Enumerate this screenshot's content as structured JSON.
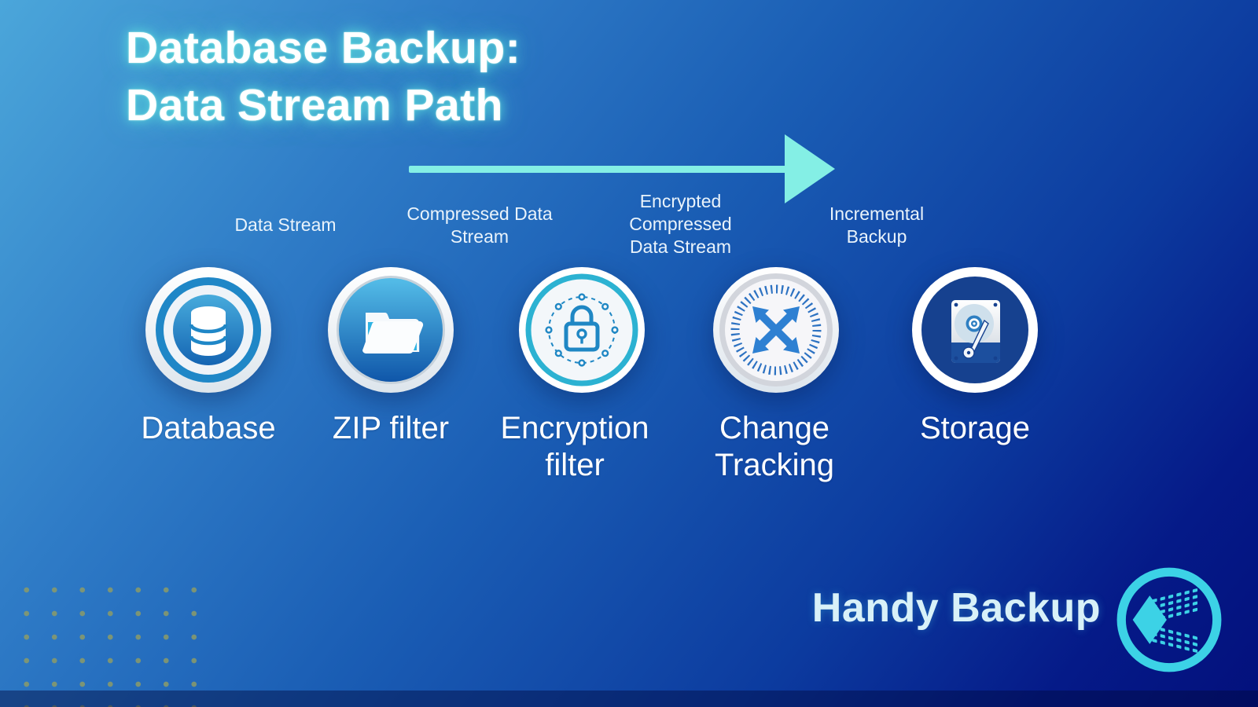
{
  "title": {
    "line1": "Database Backup:",
    "line2": "Data Stream Path"
  },
  "flow_arrow": {
    "direction": "right",
    "color": "#84efe5"
  },
  "streams": [
    {
      "text": "Data Stream"
    },
    {
      "text": "Compressed Data Stream"
    },
    {
      "text": "Encrypted Compressed Data Stream"
    },
    {
      "text": "Incremental Backup"
    }
  ],
  "nodes": [
    {
      "label": "Database",
      "icon": "database-icon"
    },
    {
      "label": "ZIP filter",
      "icon": "zip-folder-icon"
    },
    {
      "label": "Encryption filter",
      "icon": "encryption-lock-icon"
    },
    {
      "label": "Change Tracking",
      "icon": "change-tracking-icon"
    },
    {
      "label": "Storage",
      "icon": "storage-hdd-icon"
    }
  ],
  "brand": {
    "name": "Handy Backup",
    "logo": "handy-backup-cube-logo"
  },
  "colors": {
    "accent_cyan": "#3cd2e6",
    "arrow_cyan": "#84efe5",
    "background_top_left": "#4ba6da",
    "background_bottom_right": "#03107c",
    "icon_blue": "#1f87c7",
    "dot_pattern_olive": "#8b9b68",
    "label_light": "#e9f3fb"
  }
}
